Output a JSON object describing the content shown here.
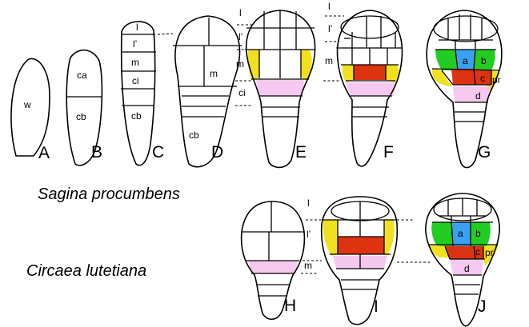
{
  "species": {
    "top": "Sagina procumbens",
    "bottom": "Circaea lutetiana"
  },
  "panels": [
    "A",
    "B",
    "C",
    "D",
    "E",
    "F",
    "G",
    "H",
    "I",
    "J"
  ],
  "cells": {
    "w": "w",
    "ca": "ca",
    "cb": "cb",
    "l": "l",
    "l_prime": "l’",
    "m": "m",
    "ci": "ci",
    "a": "a",
    "b": "b",
    "c": "c",
    "pr": "pr",
    "d": "d"
  },
  "tier_labels": {
    "l": "l",
    "l_prime": "l’",
    "m": "m",
    "ci": "ci"
  },
  "colors": {
    "a": "#3aa0f0",
    "b": "#22cc22",
    "c": "#dd3311",
    "pr": "#f0e020",
    "d": "#f5c8f0"
  }
}
